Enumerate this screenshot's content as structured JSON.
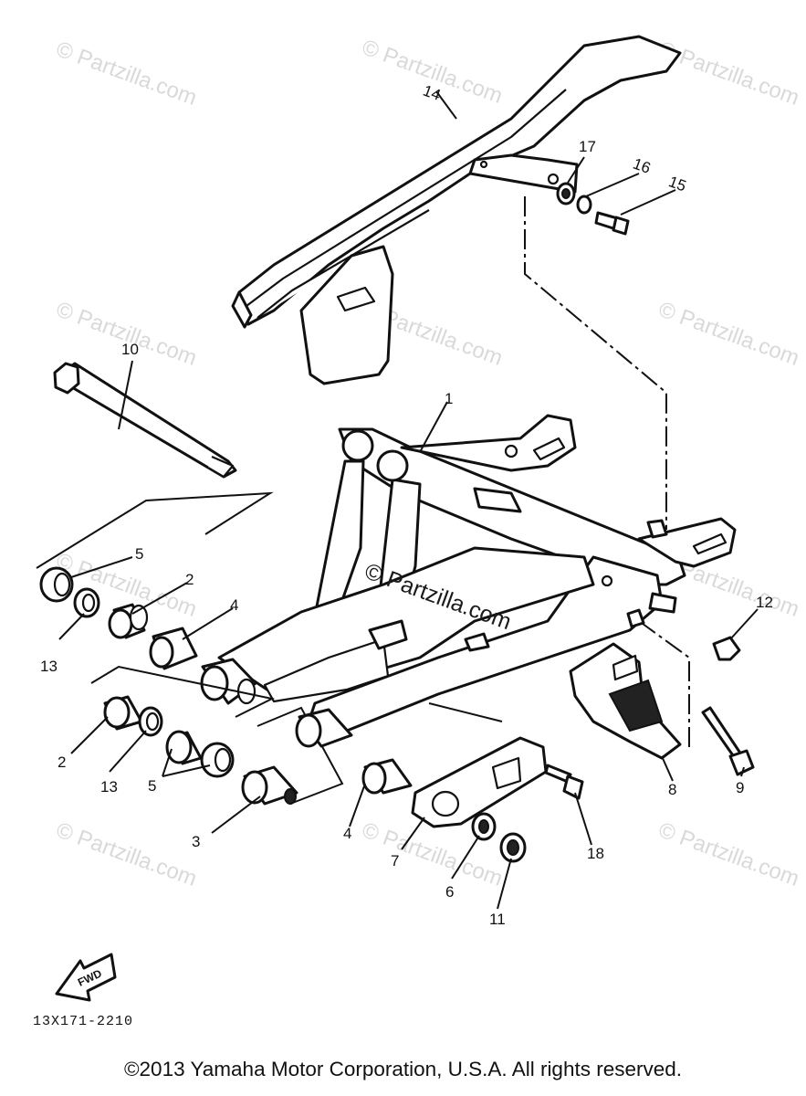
{
  "watermark": {
    "text": "© Partzilla.com",
    "center_text": "© Partzilla.com"
  },
  "callouts": {
    "c1": "1",
    "c2a": "2",
    "c2b": "2",
    "c3": "3",
    "c4a": "4",
    "c4b": "4",
    "c5a": "5",
    "c5b": "5",
    "c6": "6",
    "c7": "7",
    "c8": "8",
    "c9": "9",
    "c10": "10",
    "c11": "11",
    "c12": "12",
    "c13a": "13",
    "c13b": "13",
    "c14": "14",
    "c15": "15",
    "c16": "16",
    "c17": "17",
    "c18": "18"
  },
  "fwd_label": "FWD",
  "diagram_code": "13X171-2210",
  "copyright": "©2013  Yamaha Motor Corporation, U.S.A. All rights reserved."
}
